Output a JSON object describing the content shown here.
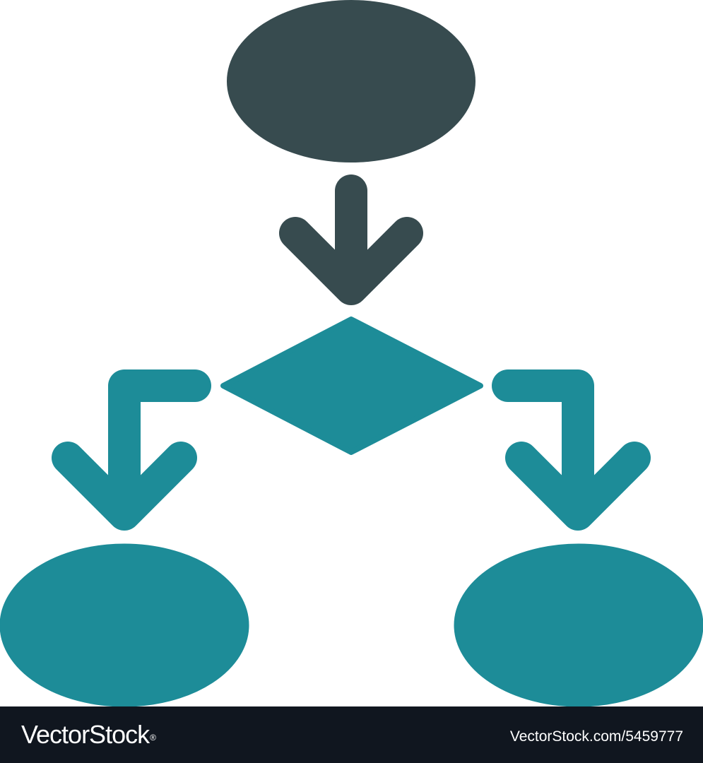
{
  "diagram": {
    "colors": {
      "primary": "#1d8c98",
      "secondary": "#374b4f",
      "background": "#ffffff"
    },
    "nodes": [
      {
        "id": "start",
        "shape": "ellipse",
        "color": "secondary"
      },
      {
        "id": "decision",
        "shape": "diamond",
        "color": "primary"
      },
      {
        "id": "branch-left",
        "shape": "ellipse",
        "color": "primary"
      },
      {
        "id": "branch-right",
        "shape": "ellipse",
        "color": "primary"
      }
    ],
    "edges": [
      {
        "from": "start",
        "to": "decision"
      },
      {
        "from": "decision",
        "to": "branch-left"
      },
      {
        "from": "decision",
        "to": "branch-right"
      }
    ]
  },
  "watermark": {
    "logo": "VectorStock",
    "registered": "®",
    "id_text": "VectorStock.com/5459777",
    "bar_color": "#10161f"
  }
}
